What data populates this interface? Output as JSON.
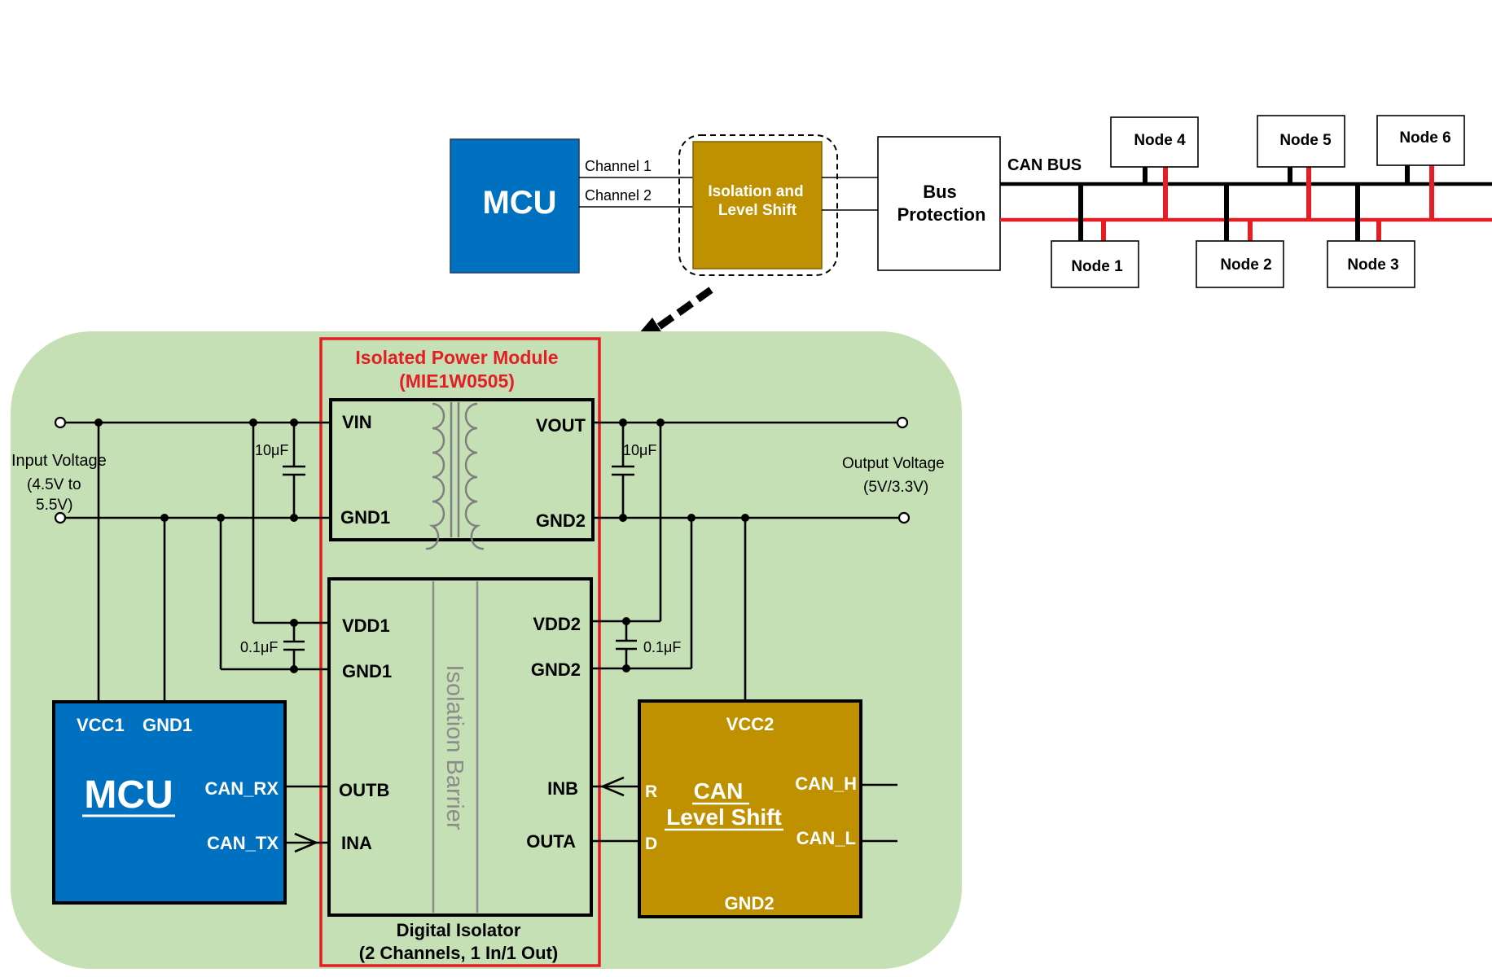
{
  "overview": {
    "mcu_label": "MCU",
    "channel_1": "Channel 1",
    "channel_2": "Channel 2",
    "isolation_line1": "Isolation and",
    "isolation_line2": "Level Shift",
    "bus_protection_line1": "Bus",
    "bus_protection_line2": "Protection",
    "can_bus_label": "CAN BUS",
    "nodes": [
      "Node 1",
      "Node 2",
      "Node 3",
      "Node 4",
      "Node 5",
      "Node 6"
    ]
  },
  "detail": {
    "input_voltage_line1": "Input Voltage",
    "input_voltage_line2": "(4.5V to",
    "input_voltage_line3": "5.5V)",
    "output_voltage_line1": "Output Voltage",
    "output_voltage_line2": "(5V/3.3V)",
    "cap_in_bulk": "10μF",
    "cap_out_bulk": "10μF",
    "cap_in_bypass": "0.1μF",
    "cap_out_bypass": "0.1μF",
    "power_module_title": "Isolated Power Module",
    "power_module_part": "(MIE1W0505)",
    "pm_vin": "VIN",
    "pm_gnd1": "GND1",
    "pm_vout": "VOUT",
    "pm_gnd2": "GND2",
    "iso_vdd1": "VDD1",
    "iso_gnd1": "GND1",
    "iso_vdd2": "VDD2",
    "iso_gnd2": "GND2",
    "iso_outb": "OUTB",
    "iso_ina": "INA",
    "iso_inb": "INB",
    "iso_outa": "OUTA",
    "isolation_barrier": "Isolation Barrier",
    "digital_isolator_line1": "Digital Isolator",
    "digital_isolator_line2": "(2 Channels, 1 In/1 Out)",
    "mcu_vcc1": "VCC1",
    "mcu_gnd1": "GND1",
    "mcu_label": "MCU",
    "mcu_can_rx": "CAN_RX",
    "mcu_can_tx": "CAN_TX",
    "can_vcc2": "VCC2",
    "can_gnd2": "GND2",
    "can_r": "R",
    "can_d": "D",
    "can_label_line1": "CAN",
    "can_label_line2": "Level Shift",
    "can_h": "CAN_H",
    "can_l": "CAN_L"
  },
  "colors": {
    "mcu_blue": "#0070c0",
    "isolation_gold": "#bf9000",
    "panel_green": "#c5e0b4",
    "module_red": "#e31e24",
    "can_high_red": "#e31e24",
    "barrier_gray": "#8c8c8c"
  }
}
